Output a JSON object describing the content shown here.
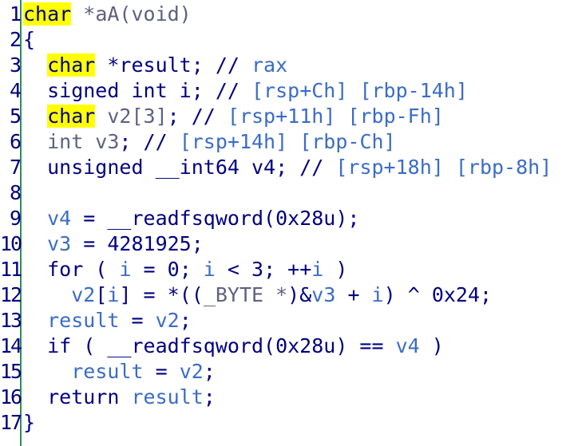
{
  "colors": {
    "background": "#ffffff",
    "gutter_border": "#2e8b57",
    "keyword": "#000080",
    "highlight": "#ffff00",
    "variable": "#3a6cc7",
    "comment": "#3a6cc7"
  },
  "code": {
    "lines": [
      {
        "num": "1",
        "segs": [
          {
            "t": "char",
            "c": "kw hl"
          },
          {
            "t": " *aA(void)",
            "c": "cast"
          }
        ]
      },
      {
        "num": "2",
        "segs": [
          {
            "t": "{",
            "c": "plain"
          }
        ]
      },
      {
        "num": "3",
        "segs": [
          {
            "t": "  ",
            "c": "plain"
          },
          {
            "t": "char",
            "c": "kw hl"
          },
          {
            "t": " *result; ",
            "c": "plain"
          },
          {
            "t": "// ",
            "c": "plain"
          },
          {
            "t": "rax",
            "c": "cmt"
          }
        ]
      },
      {
        "num": "4",
        "segs": [
          {
            "t": "  signed int i; ",
            "c": "plain"
          },
          {
            "t": "// ",
            "c": "plain"
          },
          {
            "t": "[rsp+Ch] [rbp-14h]",
            "c": "cmt"
          }
        ]
      },
      {
        "num": "5",
        "segs": [
          {
            "t": "  ",
            "c": "plain"
          },
          {
            "t": "char",
            "c": "kw hl"
          },
          {
            "t": " v2[3]",
            "c": "cast"
          },
          {
            "t": "; // ",
            "c": "plain"
          },
          {
            "t": "[rsp+11h] [rbp-Fh]",
            "c": "cmt"
          }
        ]
      },
      {
        "num": "6",
        "segs": [
          {
            "t": "  int v3",
            "c": "cast"
          },
          {
            "t": "; // ",
            "c": "plain"
          },
          {
            "t": "[rsp+14h] [rbp-Ch]",
            "c": "cmt"
          }
        ]
      },
      {
        "num": "7",
        "segs": [
          {
            "t": "  unsigned __int64 v4; ",
            "c": "plain"
          },
          {
            "t": "// ",
            "c": "plain"
          },
          {
            "t": "[rsp+18h] [rbp-8h]",
            "c": "cmt"
          }
        ]
      },
      {
        "num": "8",
        "segs": [
          {
            "t": "",
            "c": "plain"
          }
        ]
      },
      {
        "num": "9",
        "segs": [
          {
            "t": "  ",
            "c": "plain"
          },
          {
            "t": "v4",
            "c": "var"
          },
          {
            "t": " = __readfsqword(0x28u);",
            "c": "plain"
          }
        ]
      },
      {
        "num": "10",
        "segs": [
          {
            "t": "  ",
            "c": "plain"
          },
          {
            "t": "v3",
            "c": "var"
          },
          {
            "t": " = 4281925;",
            "c": "plain"
          }
        ]
      },
      {
        "num": "11",
        "segs": [
          {
            "t": "  for ( ",
            "c": "plain"
          },
          {
            "t": "i",
            "c": "var"
          },
          {
            "t": " = 0; ",
            "c": "plain"
          },
          {
            "t": "i",
            "c": "var"
          },
          {
            "t": " < 3; ++",
            "c": "plain"
          },
          {
            "t": "i",
            "c": "var"
          },
          {
            "t": " )",
            "c": "plain"
          }
        ]
      },
      {
        "num": "12",
        "segs": [
          {
            "t": "    ",
            "c": "plain"
          },
          {
            "t": "v2",
            "c": "var"
          },
          {
            "t": "[",
            "c": "plain"
          },
          {
            "t": "i",
            "c": "var"
          },
          {
            "t": "] = *((",
            "c": "plain"
          },
          {
            "t": "_BYTE *",
            "c": "cast"
          },
          {
            "t": ")&",
            "c": "plain"
          },
          {
            "t": "v3",
            "c": "var"
          },
          {
            "t": " + ",
            "c": "plain"
          },
          {
            "t": "i",
            "c": "var"
          },
          {
            "t": ") ^ 0x24;",
            "c": "plain"
          }
        ]
      },
      {
        "num": "13",
        "segs": [
          {
            "t": "  ",
            "c": "plain"
          },
          {
            "t": "result",
            "c": "var"
          },
          {
            "t": " = ",
            "c": "plain"
          },
          {
            "t": "v2",
            "c": "var"
          },
          {
            "t": ";",
            "c": "plain"
          }
        ]
      },
      {
        "num": "14",
        "segs": [
          {
            "t": "  if ( __readfsqword(0x28u) == ",
            "c": "plain"
          },
          {
            "t": "v4",
            "c": "var"
          },
          {
            "t": " )",
            "c": "plain"
          }
        ]
      },
      {
        "num": "15",
        "segs": [
          {
            "t": "    ",
            "c": "plain"
          },
          {
            "t": "result",
            "c": "var"
          },
          {
            "t": " = ",
            "c": "plain"
          },
          {
            "t": "v2",
            "c": "var"
          },
          {
            "t": ";",
            "c": "plain"
          }
        ]
      },
      {
        "num": "16",
        "segs": [
          {
            "t": "  return ",
            "c": "plain"
          },
          {
            "t": "result",
            "c": "var"
          },
          {
            "t": ";",
            "c": "plain"
          }
        ]
      },
      {
        "num": "17",
        "segs": [
          {
            "t": "}",
            "c": "plain"
          }
        ]
      }
    ]
  }
}
